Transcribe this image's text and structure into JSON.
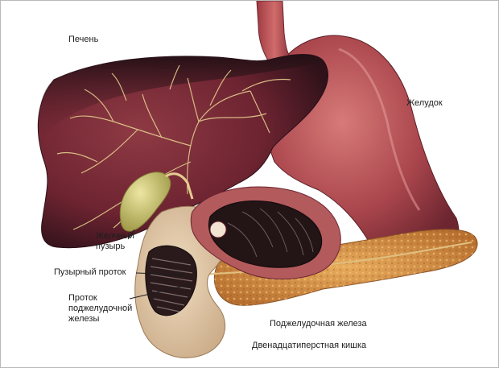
{
  "labels": {
    "liver": "Печень",
    "stomach": "Желудок",
    "gallbladder": "Желчный пузырь",
    "cystic_duct": "Пузырный проток",
    "pancreatic_duct": "Проток поджелудочной железы",
    "pancreas": "Поджелудочная железа",
    "duodenum": "Двенадцатиперстная кишка"
  },
  "colors": {
    "liver": "#7a2a36",
    "liver_dark": "#2a1018",
    "stomach": "#a9454c",
    "pancreas": "#d4944a",
    "duodenum": "#e2c9a8",
    "gallbladder": "#c6c06a",
    "bile_ducts": "#e3cc8e"
  }
}
